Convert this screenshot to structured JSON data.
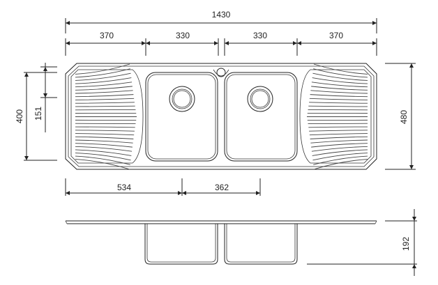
{
  "drawing": {
    "dims": {
      "overall_width": "1430",
      "seg_1": "370",
      "seg_2": "330",
      "seg_3": "330",
      "seg_4": "370",
      "overall_depth": "480",
      "bowl_depth": "400",
      "offset_151": "151",
      "offset_534": "534",
      "offset_362": "362",
      "bowl_height": "192"
    }
  }
}
